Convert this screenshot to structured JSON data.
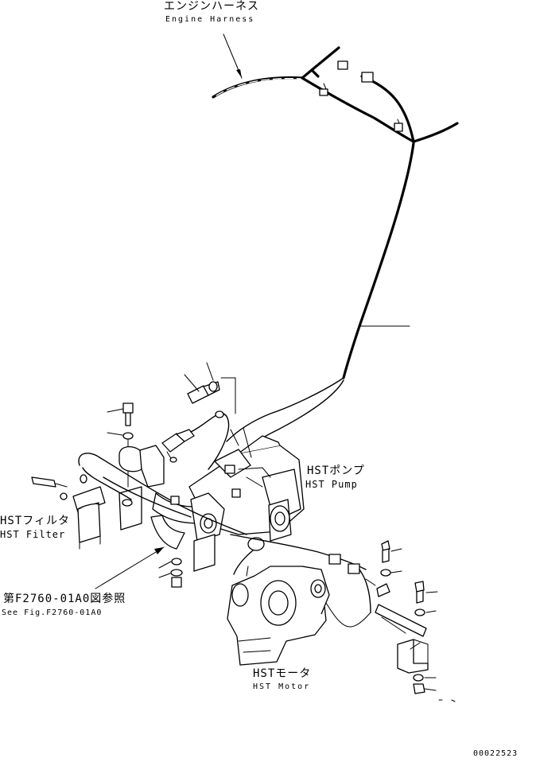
{
  "labels": {
    "engine_harness_jp": "エンジンハーネス",
    "engine_harness_en": "Engine Harness",
    "hst_pump_jp": "HSTポンプ",
    "hst_pump_en": "HST Pump",
    "hst_filter_jp": "HSTフィルタ",
    "hst_filter_en": "HST Filter",
    "see_fig_jp": "第F2760-01A0図参照",
    "see_fig_en": "See Fig.F2760-01A0",
    "hst_motor_jp": "HSTモータ",
    "hst_motor_en": "HST Motor",
    "drawing_number": "00022523"
  },
  "colors": {
    "line": "#000000",
    "background": "#ffffff"
  }
}
